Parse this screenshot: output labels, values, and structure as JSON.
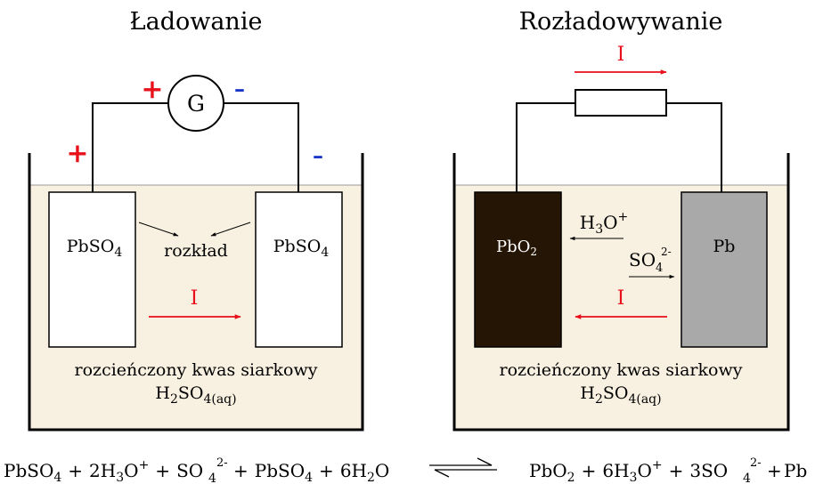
{
  "charging": {
    "title": "Ładowanie",
    "generator_label": "G",
    "plus": "+",
    "minus": "–",
    "left_electrode": "PbSO",
    "right_electrode": "PbSO",
    "sub_4": "4",
    "decomposition": "rozkład",
    "current": "I",
    "electrolyte_name": "rozcieńczony kwas siarkowy",
    "electrolyte_formula": "H",
    "f_sub2": "2",
    "f_so": "SO",
    "f_sub_aq": "4(aq)"
  },
  "discharging": {
    "title": "Rozładowywanie",
    "current": "I",
    "left_electrode": "PbO",
    "left_electrode_sub": "2",
    "right_electrode": "Pb",
    "hydronium": "H",
    "hydronium_sub": "3",
    "hydronium_o": "O",
    "hydronium_sup": "+",
    "sulfate": "SO",
    "sulfate_sub": "4",
    "sulfate_sup": "2-",
    "electrolyte_name": "rozcieńczony kwas siarkowy",
    "electrolyte_formula": "H",
    "f_sub2": "2",
    "f_so": "SO",
    "f_sub_aq": "4(aq)"
  },
  "equation": {
    "pbso4": "PbSO",
    "sub4": "4",
    "plus": "+",
    "two": "2",
    "six": "6",
    "three": "3",
    "h": "H",
    "sub3": "3",
    "o": "O",
    "sup_plus": "+",
    "so": "SO",
    "sup_2minus": "2-",
    "sub2": "2",
    "pbo": "PbO",
    "pb": "Pb"
  },
  "colors": {
    "electrolyte": "#f8f0e0",
    "pbo2_electrode": "#241505",
    "pb_electrode": "#a9a9a9",
    "current_arrow": "#e8101a",
    "plus_sign": "#e8101a",
    "minus_sign": "#1a35c8"
  }
}
